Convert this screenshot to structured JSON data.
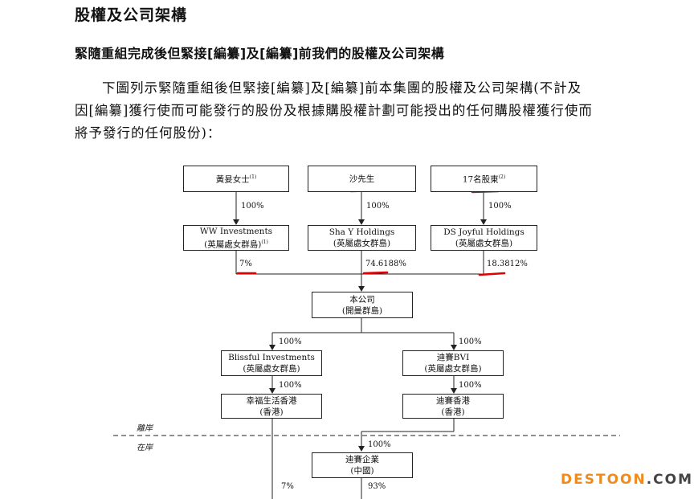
{
  "heading": "股權及公司架構",
  "subheading": "緊隨重組完成後但緊接[編纂]及[編纂]前我們的股權及公司架構",
  "paragraph": {
    "line1": "下圖列示緊隨重組後但緊接[編纂]及[編纂]前本集團的股權及公司架構(不計及",
    "line2": "因[編纂]獲行使而可能發行的股份及根據購股權計劃可能授出的任何購股權獲行使而",
    "line3": "將予發行的任何股份)："
  },
  "chart": {
    "shareholders": [
      {
        "name": "黃妟女士",
        "note": "(1)"
      },
      {
        "name": "沙先生",
        "note": ""
      },
      {
        "name": "17名股東",
        "note": "(2)"
      }
    ],
    "holdcos": [
      {
        "name": "WW Investments",
        "sub": "(英屬處女群島)",
        "note": "(1)"
      },
      {
        "name": "Sha Y Holdings",
        "sub": "(英屬處女群島)",
        "note": ""
      },
      {
        "name": "DS Joyful Holdings",
        "sub": "(英屬處女群島)",
        "note": ""
      }
    ],
    "top_pcts": [
      "100%",
      "100%",
      "100%"
    ],
    "stakes": [
      "7%",
      "74.6188%",
      "18.3812%"
    ],
    "company": {
      "name": "本公司",
      "sub": "(開曼群島)"
    },
    "bvi_subs": [
      {
        "name": "Blissful Investments",
        "sub": "(英屬處女群島)"
      },
      {
        "name": "迪賽BVI",
        "sub": "(英屬處女群島)"
      }
    ],
    "hk_subs": [
      {
        "name": "幸福生活香港",
        "sub": "(香港)"
      },
      {
        "name": "迪賽香港",
        "sub": "(香港)"
      }
    ],
    "sub_pcts": {
      "company_to_left": "100%",
      "company_to_right": "100%",
      "left_bvi_to_hk": "100%",
      "right_bvi_to_hk": "100%",
      "hk_to_enterprise": "100%",
      "left_to_enterprise": "7%",
      "right_to_enterprise": "93%"
    },
    "enterprise": {
      "name": "迪賽企業",
      "sub": "(中國)"
    },
    "zones": {
      "offshore": "離岸",
      "onshore": "在岸"
    },
    "colors": {
      "line": "#222222",
      "highlight": "#e00000"
    }
  },
  "watermark": {
    "part1": "DESTOON",
    "part2": ".COM"
  }
}
